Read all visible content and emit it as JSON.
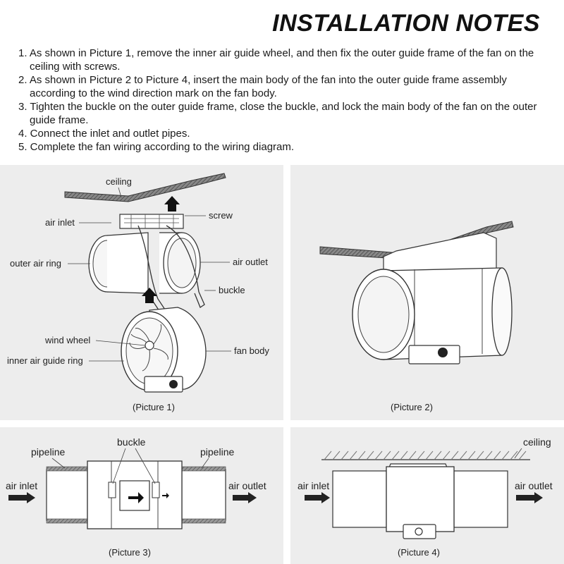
{
  "title": "INSTALLATION NOTES",
  "notes": [
    "1. As shown in Picture 1, remove the inner air guide wheel, and then fix the outer guide frame of the fan on the ceiling with screws.",
    "2. As shown in Picture 2 to Picture 4, insert the main body of the fan into the outer guide frame assembly according to the wind direction mark on the fan body.",
    "3. Tighten the buckle on the outer guide frame, close the buckle, and lock the main body of the fan on the outer guide frame.",
    "4. Connect the inlet and outlet pipes.",
    "5. Complete the fan wiring according to the wiring diagram."
  ],
  "picture1": {
    "caption": "(Picture 1)",
    "labels": {
      "ceiling": "ceiling",
      "screw": "screw",
      "air_inlet": "air inlet",
      "outer_air_ring": "outer air ring",
      "air_outlet": "air outlet",
      "buckle": "buckle",
      "wind_wheel": "wind wheel",
      "inner_ring": "inner air guide ring",
      "fan_body": "fan body"
    }
  },
  "picture2": {
    "caption": "(Picture 2)"
  },
  "picture3": {
    "caption": "(Picture 3)",
    "labels": {
      "buckle": "buckle",
      "pipeline_left": "pipeline",
      "pipeline_right": "pipeline",
      "air_inlet": "air inlet",
      "air_outlet": "air outlet"
    }
  },
  "picture4": {
    "caption": "(Picture 4)",
    "labels": {
      "ceiling": "ceiling",
      "air_inlet": "air inlet",
      "air_outlet": "air outlet"
    }
  },
  "colors": {
    "panel_bg": "#ededed",
    "line": "#333333",
    "hatch": "#555555"
  }
}
